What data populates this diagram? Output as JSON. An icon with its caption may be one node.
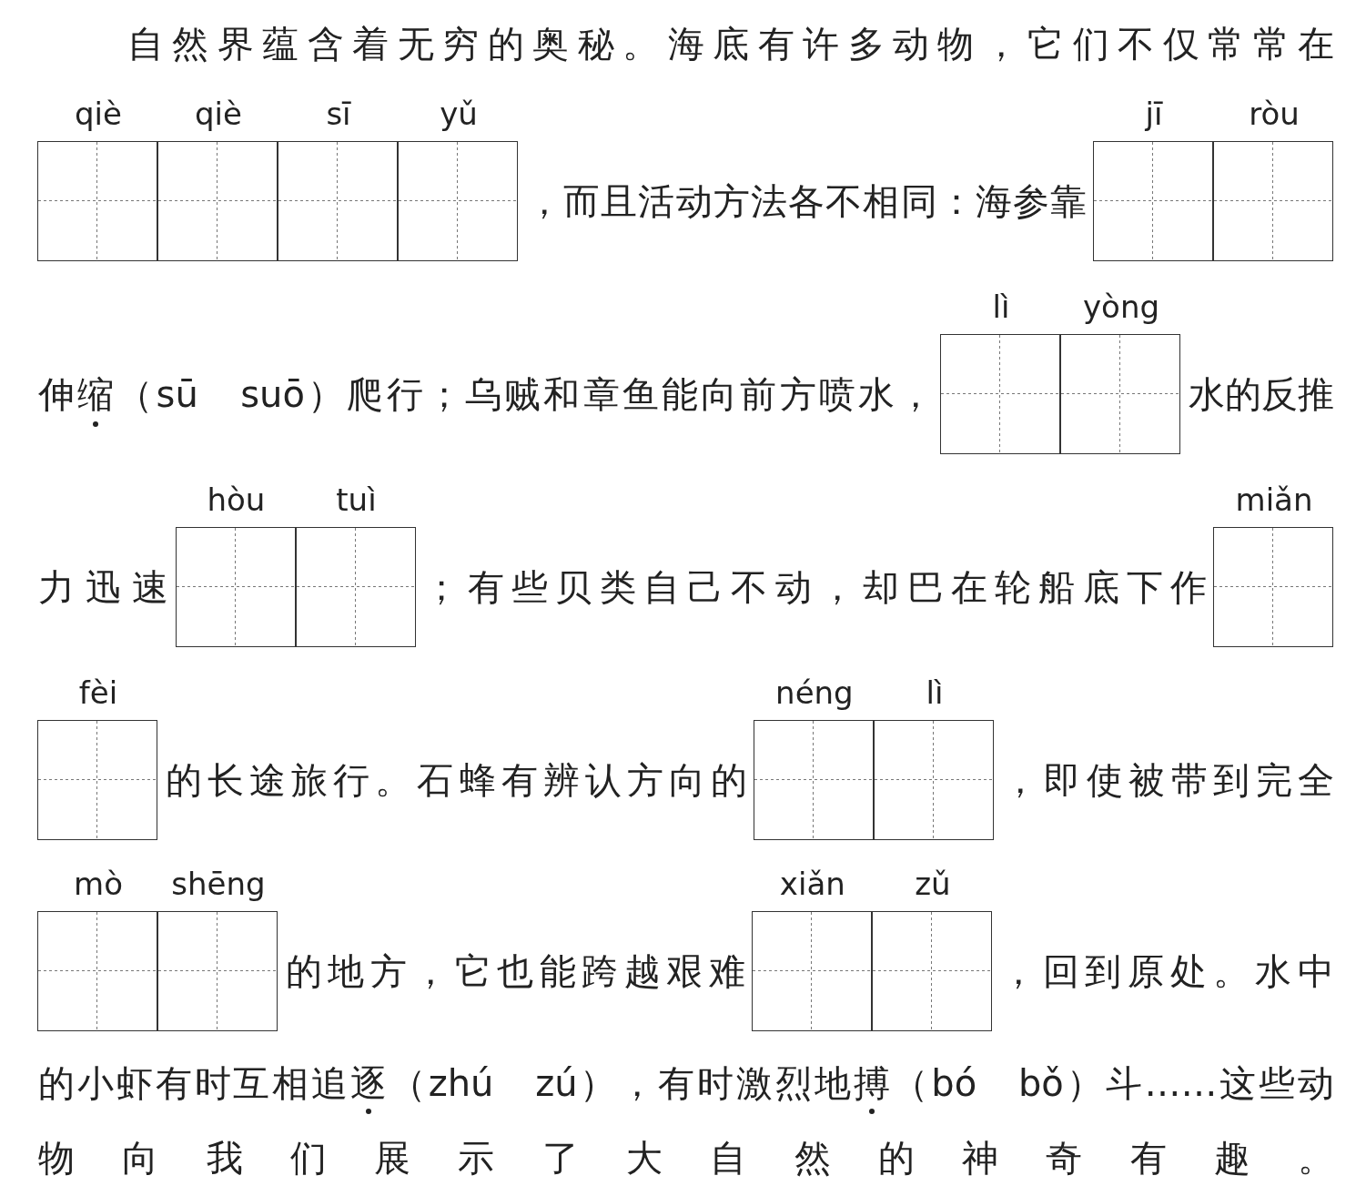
{
  "diagram": {
    "nodes": [
      {
        "text": [
          "qiè"
        ]
      },
      {
        "text": [
          "qiè"
        ]
      },
      {
        "text": [
          "sī"
        ]
      },
      {
        "text": [
          "yǔ"
        ]
      },
      {
        "text": [
          "jī"
        ]
      },
      {
        "text": [
          "ròu"
        ]
      },
      {
        "text": [
          "lì"
        ]
      },
      {
        "text": [
          "yòng"
        ]
      },
      {
        "text": [
          "hòu"
        ]
      },
      {
        "text": [
          "tuì"
        ]
      },
      {
        "text": [
          "miǎn"
        ]
      },
      {
        "text": [
          "fèi"
        ]
      },
      {
        "text": [
          "néng"
        ]
      },
      {
        "text": [
          "lì"
        ]
      },
      {
        "text": [
          "mò"
        ]
      },
      {
        "text": [
          "shēng"
        ]
      },
      {
        "text": [
          "xiǎn"
        ]
      },
      {
        "text": [
          "zǔ"
        ]
      }
    ],
    "labels": [
      "自然界蕴含着无穷的奥秘。海底有许多动物，它们不仅常常在",
      "，而且活动方法各不相同：海参靠",
      "伸缩（sū　suō）爬行；乌贼和章鱼能向前方喷水，",
      "水的反推",
      "力迅速",
      "；有些贝类自己不动，却巴在轮船底下作",
      "的长途旅行。石蜂有辨认方向的",
      "，即使被带到完全",
      "的地方，它也能跨越艰难",
      "，回到原处。水中",
      "的小虾有时互相追逐（zhú　zú），有时激烈地搏（bó　bǒ）斗……这些动",
      "物向我们展示了大自然的神奇有趣。"
    ]
  }
}
